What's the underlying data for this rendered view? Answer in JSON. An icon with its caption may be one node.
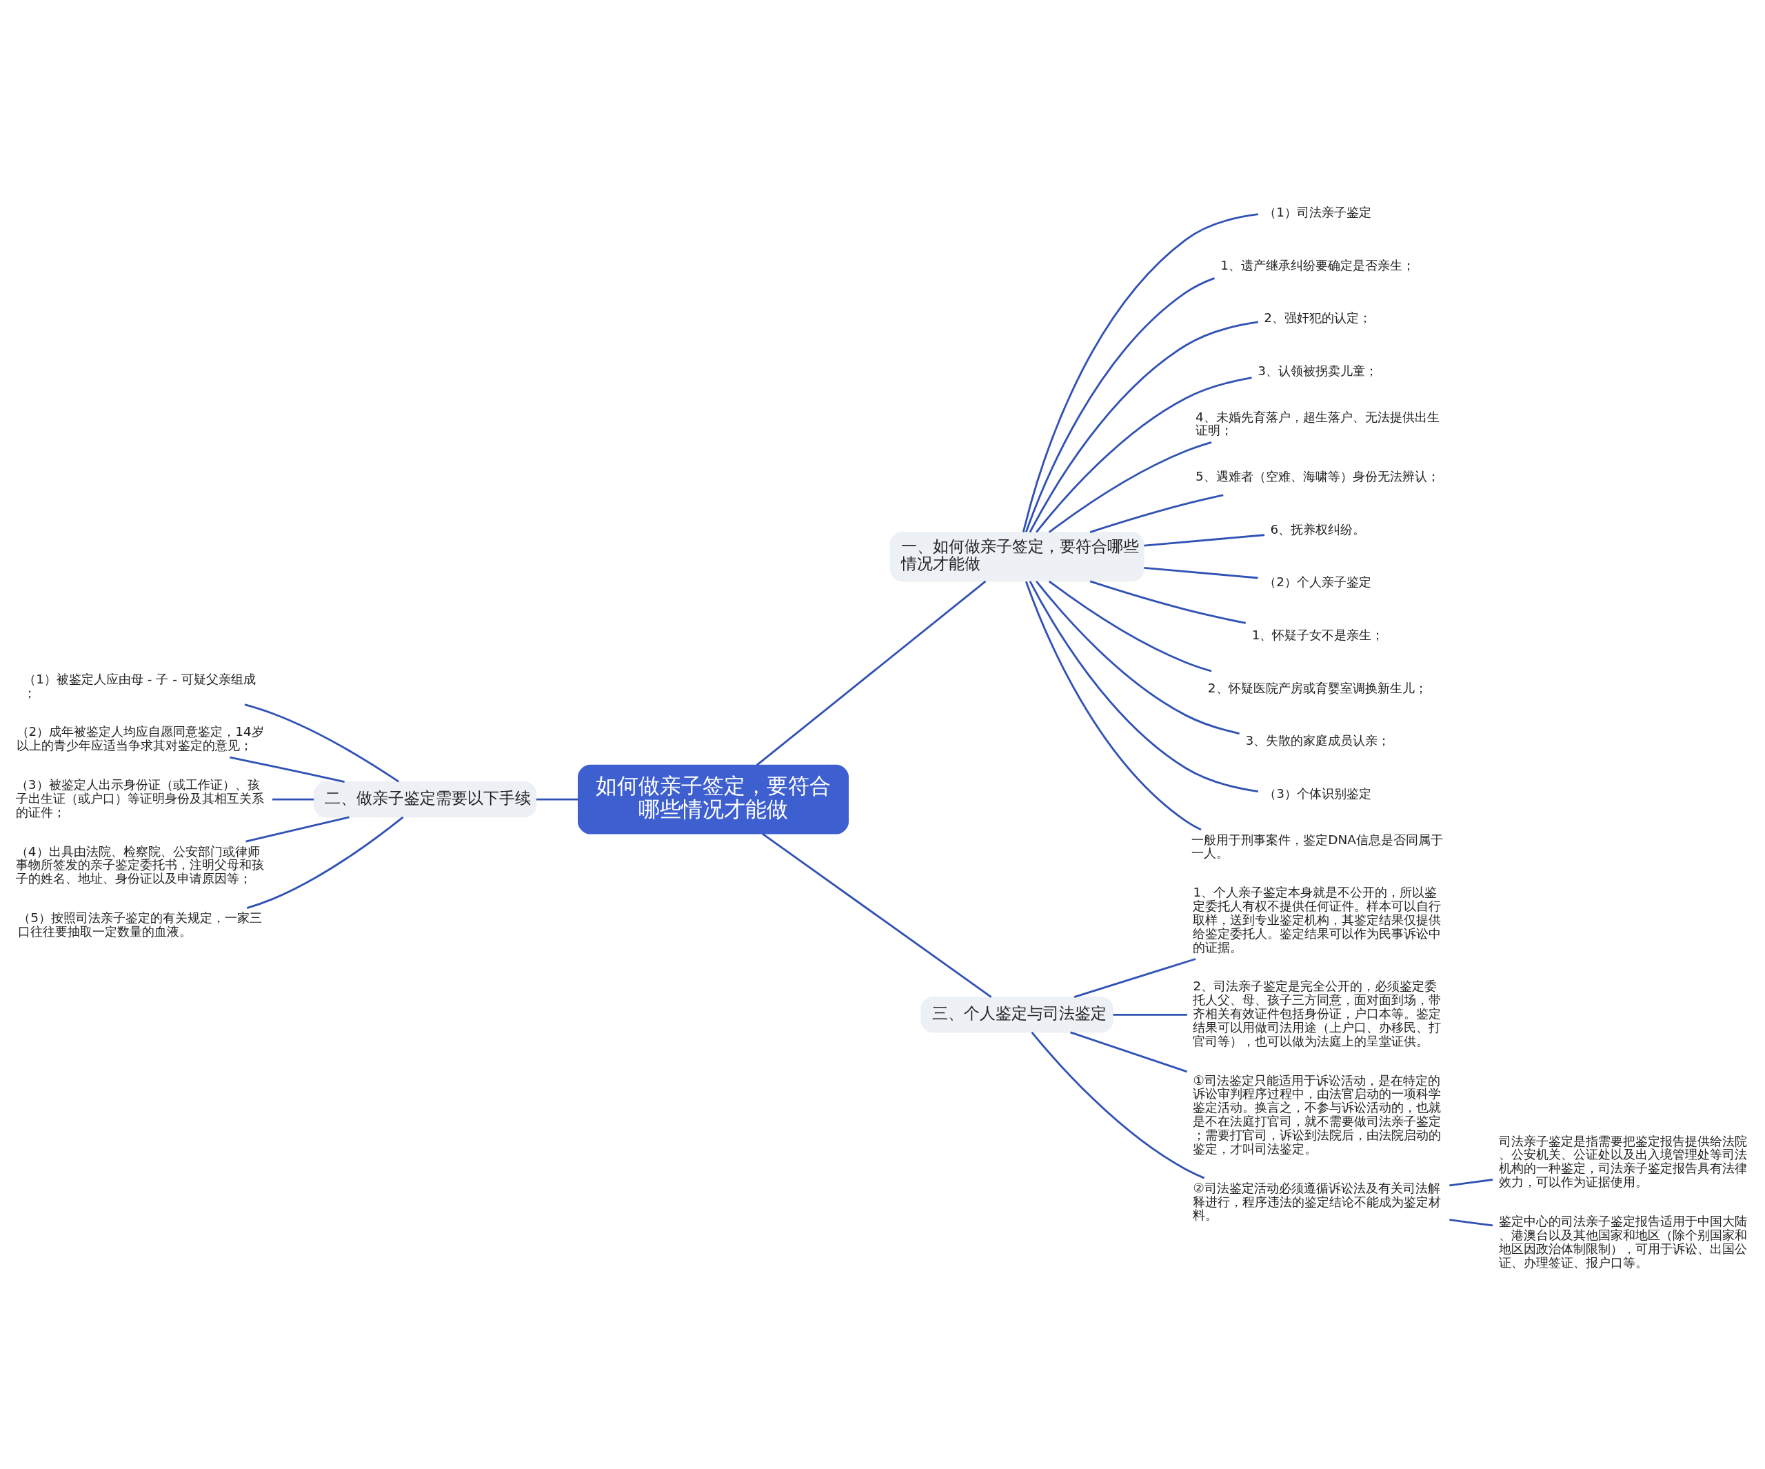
{
  "diagram": {
    "nodes": [
      {
        "text": [
          "如何做亲子签定，要符合哪些情况才能做"
        ]
      },
      {
        "text": [
          "一、如何做亲子签定，要符合哪些情况才能做"
        ]
      },
      {
        "text": [
          "（1）司法亲子鉴定"
        ]
      },
      {
        "text": [
          "1、遗产继承纠纷要确定是否亲生；"
        ]
      },
      {
        "text": [
          "2、强奸犯的认定；"
        ]
      },
      {
        "text": [
          "3、认领被拐卖儿童；"
        ]
      },
      {
        "text": [
          "4、未婚先育落户，超生落户、无法提供出生证明；"
        ]
      },
      {
        "text": [
          "5、遇难者（空难、海啸等）身份无法辨认；"
        ]
      },
      {
        "text": [
          "6、抚养权纠纷。"
        ]
      },
      {
        "text": [
          "（2）个人亲子鉴定"
        ]
      },
      {
        "text": [
          "1、怀疑子女不是亲生；"
        ]
      },
      {
        "text": [
          "2、怀疑医院产房或育婴室调换新生儿；"
        ]
      },
      {
        "text": [
          "3、失散的家庭成员认亲；"
        ]
      },
      {
        "text": [
          "（3）个体识别鉴定"
        ]
      },
      {
        "text": [
          "一般用于刑事案件，鉴定DNA信息是否同属于一人。"
        ]
      },
      {
        "text": [
          "二、做亲子鉴定需要以下手续"
        ]
      },
      {
        "text": [
          "（1）被鉴定人应由母 - 子 - 可疑父亲组成；"
        ]
      },
      {
        "text": [
          "（2）成年被鉴定人均应自愿同意鉴定，14岁以上的青少年应适当争求其对鉴定的意见；"
        ]
      },
      {
        "text": [
          "（3）被鉴定人出示身份证（或工作证）、孩子出生证（或户口）等证明身份及其相互关系的证件；"
        ]
      },
      {
        "text": [
          "（4）出具由法院、检察院、公安部门或律师事物所签发的亲子鉴定委托书，注明父母和孩子的姓名、地址、身份证以及申请原因等；"
        ]
      },
      {
        "text": [
          "（5）按照司法亲子鉴定的有关规定，一家三口往往要抽取一定数量的血液。"
        ]
      },
      {
        "text": [
          "三、个人鉴定与司法鉴定"
        ]
      },
      {
        "text": [
          "1、个人亲子鉴定本身就是不公开的，所以鉴定委托人有权不提供任何证件。样本可以自行取样，送到专业鉴定机构，其鉴定结果仅提供给鉴定委托人。鉴定结果可以作为民事诉讼中的证据。"
        ]
      },
      {
        "text": [
          "2、司法亲子鉴定是完全公开的，必须鉴定委托人父、母、孩子三方同意，面对面到场，带齐相关有效证件包括身份证，户口本等。鉴定结果可以用做司法用途（上户口、办移民、打官司等），也可以做为法庭上的呈堂证供。"
        ]
      },
      {
        "text": [
          "①司法鉴定只能适用于诉讼活动，是在特定的诉讼审判程序过程中，由法官启动的一项科学鉴定活动。换言之，不参与诉讼活动的，也就是不在法庭打官司，就不需要做司法亲子鉴定；需要打官司，诉讼到法院后，由法院启动的鉴定，才叫司法鉴定。"
        ]
      },
      {
        "text": [
          "②司法鉴定活动必须遵循诉讼法及有关司法解释进行，程序违法的鉴定结论不能成为鉴定材料。"
        ]
      },
      {
        "text": [
          "司法亲子鉴定是指需要把鉴定报告提供给法院、公安机关、公证处以及出入境管理处等司法机构的一种鉴定，司法亲子鉴定报告具有法律效力，可以作为证据使用。"
        ]
      },
      {
        "text": [
          "鉴定中心的司法亲子鉴定报告适用于中国大陆、港澳台以及其他国家和地区（除个别国家和地区因政治体制限制），可用于诉讼、出国公证、办理签证、报户口等。"
        ]
      }
    ],
    "edges": [
      {
        "from": 0,
        "to": 1,
        "arrow": "none"
      },
      {
        "from": 1,
        "to": 2,
        "arrow": "none"
      },
      {
        "from": 1,
        "to": 3,
        "arrow": "none"
      },
      {
        "from": 1,
        "to": 4,
        "arrow": "none"
      },
      {
        "from": 1,
        "to": 5,
        "arrow": "none"
      },
      {
        "from": 1,
        "to": 6,
        "arrow": "none"
      },
      {
        "from": 1,
        "to": 7,
        "arrow": "none"
      },
      {
        "from": 1,
        "to": 8,
        "arrow": "none"
      },
      {
        "from": 1,
        "to": 9,
        "arrow": "none"
      },
      {
        "from": 1,
        "to": 10,
        "arrow": "none"
      },
      {
        "from": 1,
        "to": 11,
        "arrow": "none"
      },
      {
        "from": 1,
        "to": 12,
        "arrow": "none"
      },
      {
        "from": 1,
        "to": 13,
        "arrow": "none"
      },
      {
        "from": 1,
        "to": 14,
        "arrow": "none"
      },
      {
        "from": 15,
        "to": 0,
        "arrow": "none"
      },
      {
        "from": 16,
        "to": 15,
        "arrow": "none"
      },
      {
        "from": 17,
        "to": 15,
        "arrow": "none"
      },
      {
        "from": 18,
        "to": 15,
        "arrow": "none"
      },
      {
        "from": 19,
        "to": 15,
        "arrow": "none"
      },
      {
        "from": 20,
        "to": 15,
        "arrow": "none"
      },
      {
        "from": 0,
        "to": 21,
        "arrow": "none"
      },
      {
        "from": 21,
        "to": 22,
        "arrow": "none"
      },
      {
        "from": 21,
        "to": 23,
        "arrow": "none"
      },
      {
        "from": 21,
        "to": 24,
        "arrow": "none"
      },
      {
        "from": 21,
        "to": 25,
        "arrow": "none"
      },
      {
        "from": 25,
        "to": 26,
        "arrow": "none"
      },
      {
        "from": 25,
        "to": 27,
        "arrow": "none"
      }
    ]
  }
}
